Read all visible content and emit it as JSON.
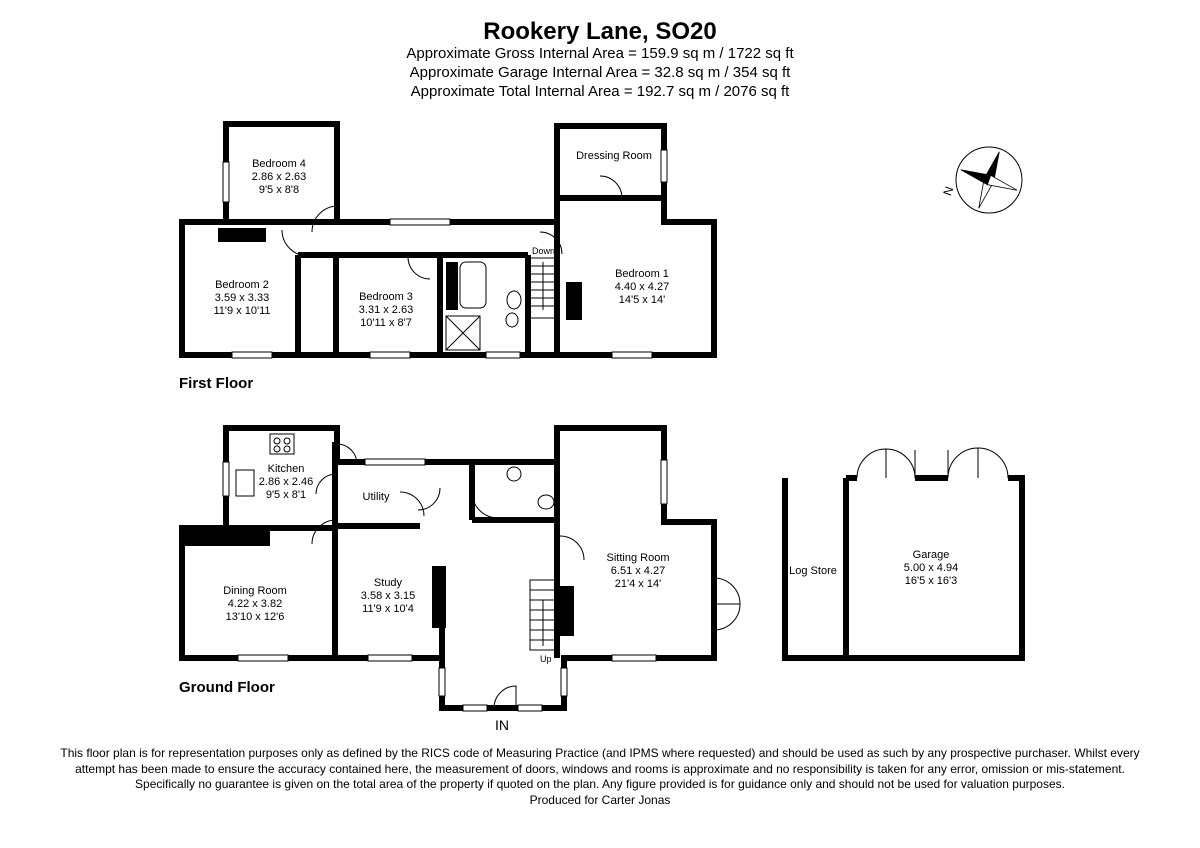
{
  "title": "Rookery Lane, SO20",
  "areas": {
    "gross": "Approximate Gross Internal Area = 159.9 sq m / 1722 sq ft",
    "garage": "Approximate Garage Internal Area = 32.8 sq m / 354 sq ft",
    "total": "Approximate Total Internal Area = 192.7 sq m / 2076 sq ft"
  },
  "floors": {
    "first": "First Floor",
    "ground": "Ground Floor"
  },
  "rooms": {
    "bedroom4": {
      "name": "Bedroom 4",
      "metric": "2.86 x 2.63",
      "imperial": "9'5 x 8'8"
    },
    "bedroom2": {
      "name": "Bedroom 2",
      "metric": "3.59 x 3.33",
      "imperial": "11'9 x 10'11"
    },
    "bedroom3": {
      "name": "Bedroom 3",
      "metric": "3.31 x 2.63",
      "imperial": "10'11 x 8'7"
    },
    "dressing": {
      "name": "Dressing Room"
    },
    "bedroom1": {
      "name": "Bedroom 1",
      "metric": "4.40 x 4.27",
      "imperial": "14'5 x 14'"
    },
    "kitchen": {
      "name": "Kitchen",
      "metric": "2.86 x 2.46",
      "imperial": "9'5 x 8'1"
    },
    "utility": {
      "name": "Utility"
    },
    "dining": {
      "name": "Dining Room",
      "metric": "4.22 x 3.82",
      "imperial": "13'10 x 12'6"
    },
    "study": {
      "name": "Study",
      "metric": "3.58 x 3.15",
      "imperial": "11'9 x 10'4"
    },
    "sitting": {
      "name": "Sitting Room",
      "metric": "6.51 x 4.27",
      "imperial": "21'4 x 14'"
    },
    "logstore": {
      "name": "Log Store"
    },
    "garage": {
      "name": "Garage",
      "metric": "5.00 x 4.94",
      "imperial": "16'5 x 16'3"
    }
  },
  "stairs": {
    "down": "Down",
    "up": "Up"
  },
  "entrance": "IN",
  "compass_letter": "N",
  "disclaimer": "This floor plan is for representation purposes only as defined by the RICS code of Measuring Practice (and IPMS where requested) and should be used as such by any prospective purchaser. Whilst every attempt has been made to ensure the accuracy contained here, the measurement of doors, windows and rooms is approximate and no responsibility is taken for any error, omission or mis-statement. Specifically no guarantee is given on the total area of the property if quoted on the plan. Any figure provided is for guidance only and should not be used for valuation purposes.",
  "produced_for": "Produced for Carter Jonas",
  "colors": {
    "wall": "#000000",
    "window": "#ffffff",
    "background": "#ffffff"
  }
}
